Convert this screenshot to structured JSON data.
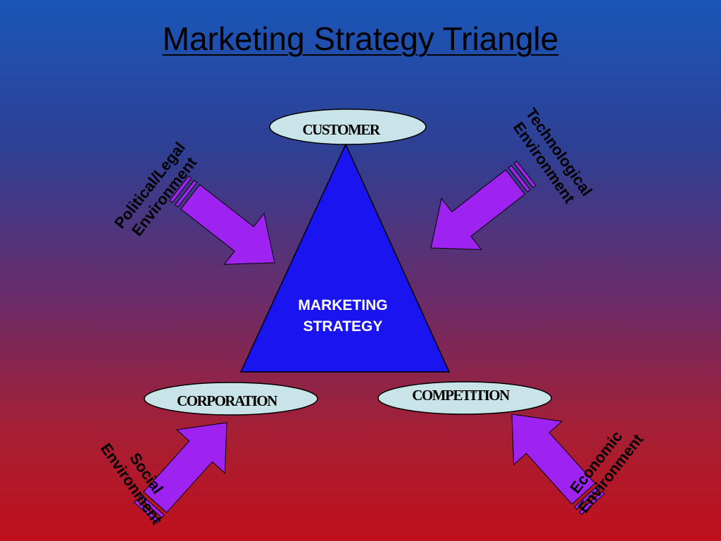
{
  "title": "Marketing Strategy Triangle",
  "colors": {
    "triangle": "#1a14f0",
    "oval": "#c8e4e8",
    "arrow": "#9e22f0",
    "background_top": "#1a56b8",
    "background_bottom": "#c0101c"
  },
  "center": {
    "line1": "MARKETING",
    "line2": "STRATEGY"
  },
  "ovals": {
    "customer": "CUSTOMER",
    "corporation": "CORPORATION",
    "competition": "COMPETITION"
  },
  "environments": {
    "political": {
      "line1": "Political/Legal",
      "line2": "Environment"
    },
    "technological": {
      "line1": "Technological",
      "line2": "Environment"
    },
    "social": {
      "line1": "Social",
      "line2": "Environment"
    },
    "economic": {
      "line1": "Economic",
      "line2": "Environment"
    }
  }
}
